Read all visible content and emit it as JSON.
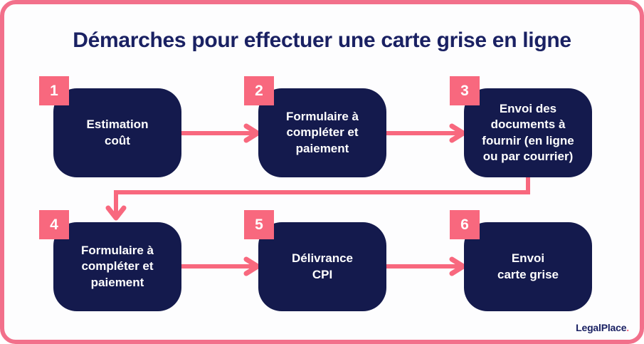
{
  "title": "Démarches pour effectuer une carte grise en ligne",
  "colors": {
    "frame_border_pink": "#F2708B",
    "accent_pink": "#F8687E",
    "box_navy": "#141A4D",
    "title_navy": "#1A2163",
    "step_text_white": "#FFFFFF",
    "background": "#FDFDFE"
  },
  "steps": [
    {
      "number": "1",
      "label": "Estimation\ncoût"
    },
    {
      "number": "2",
      "label": "Formulaire à\ncompléter et\npaiement"
    },
    {
      "number": "3",
      "label": "Envoi des\ndocuments à\nfournir (en ligne\nou par courrier)"
    },
    {
      "number": "4",
      "label": "Formulaire à\ncompléter et\npaiement"
    },
    {
      "number": "5",
      "label": "Délivrance\nCPI"
    },
    {
      "number": "6",
      "label": "Envoi\ncarte grise"
    }
  ],
  "logo": {
    "text": "LegalPlace",
    "dot": "."
  }
}
